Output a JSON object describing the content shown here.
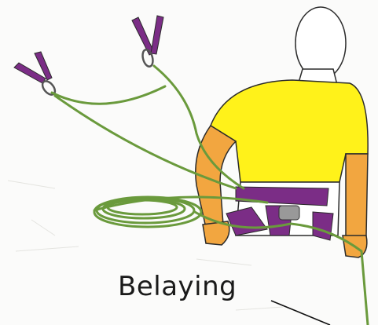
{
  "caption": "Belaying",
  "colors": {
    "rope": "#6a9a3c",
    "shirt": "#fff21a",
    "skin": "#f2a640",
    "harness": "#7b2d86",
    "outline": "#2b2b2b"
  },
  "icons": [
    "climber-figure",
    "anchor-sling",
    "carabiner",
    "rope-coil",
    "belay-device"
  ]
}
